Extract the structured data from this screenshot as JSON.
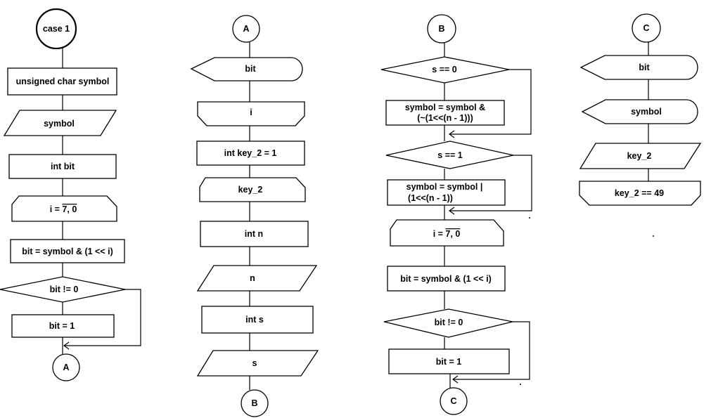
{
  "col1": {
    "start": "case 1",
    "decl_symbol": "unsigned char symbol",
    "input_symbol": "symbol",
    "decl_bit": "int bit",
    "loop_prefix": "i = ",
    "loop_range": "7, 0",
    "assign_bit": "bit = symbol & (1 << i)",
    "cond_bit": "bit != 0",
    "set_bit": "bit = 1",
    "conn_a": "A"
  },
  "col2": {
    "conn_a": "A",
    "out_bit": "bit",
    "out_i": "i",
    "decl_key2": "int key_2 = 1",
    "out_key2": "key_2",
    "decl_n": "int n",
    "input_n": "n",
    "decl_s": "int s",
    "input_s": "s",
    "conn_b": "B"
  },
  "col3": {
    "conn_b": "B",
    "cond_s0": "s == 0",
    "assign_and_line1": "symbol = symbol &",
    "assign_and_line2": "(~(1<<(n - 1)))",
    "cond_s1": "s == 1",
    "assign_or_line1": "symbol = symbol |",
    "assign_or_line2": "(1<<(n - 1))",
    "loop_prefix": "i = ",
    "loop_range": "7, 0",
    "assign_bit": "bit = symbol & (1 << i)",
    "cond_bit": "bit != 0",
    "set_bit": "bit = 1",
    "conn_c": "C"
  },
  "col4": {
    "conn_c": "C",
    "out_bit": "bit",
    "out_symbol": "symbol",
    "input_key2": "key_2",
    "end_cond": "key_2 == 49"
  }
}
